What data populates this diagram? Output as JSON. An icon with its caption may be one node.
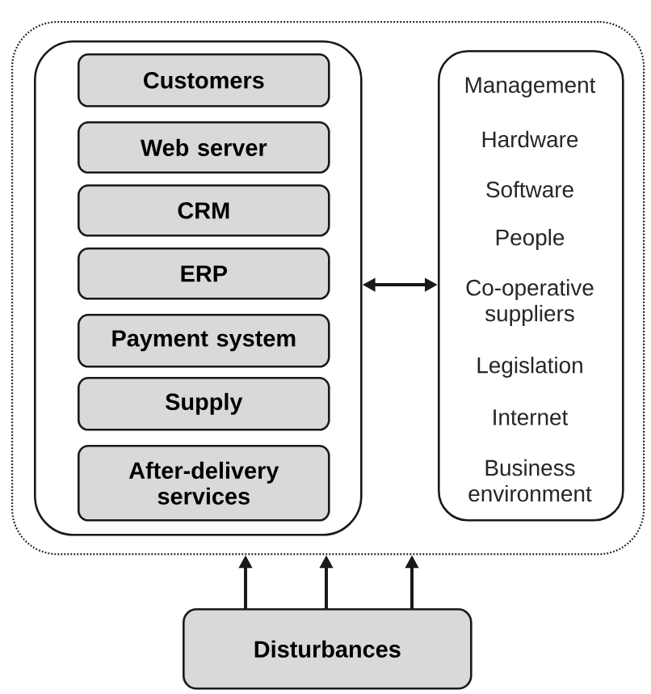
{
  "diagram": {
    "nodes": [
      {
        "text": [],
        "shape": "box"
      },
      {
        "text": [],
        "shape": "box",
        "in": 0
      },
      {
        "text": [
          "Customers"
        ],
        "in": 1
      },
      {
        "text": [
          "Web server"
        ],
        "in": 1
      },
      {
        "text": [
          "CRM"
        ],
        "in": 1
      },
      {
        "text": [
          "ERP"
        ],
        "in": 1
      },
      {
        "text": [
          "Payment system"
        ],
        "in": 1
      },
      {
        "text": [
          "Supply"
        ],
        "in": 1
      },
      {
        "text": [
          "After-delivery services"
        ],
        "in": 1
      },
      {
        "text": [
          "Management",
          "Hardware",
          "Software",
          "People",
          "Co-operative suppliers",
          "Legislation",
          "Internet",
          "Business environment"
        ],
        "in": 0
      },
      {
        "text": [
          "Disturbances"
        ]
      }
    ],
    "edges": [
      {
        "from": 1,
        "to": 9,
        "arrow": "both"
      },
      {
        "from": 10,
        "to": 0,
        "arrow": "to"
      },
      {
        "from": 10,
        "to": 0,
        "arrow": "to"
      },
      {
        "from": 10,
        "to": 0,
        "arrow": "to"
      }
    ]
  }
}
